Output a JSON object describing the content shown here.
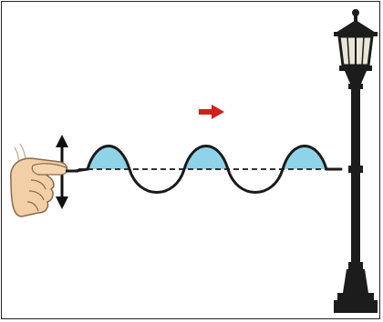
{
  "diagram": {
    "wave": {
      "crest_count": 3,
      "crest_fill_color": "#8fd3e8",
      "rope_color": "#1a1a1a",
      "equilibrium_line_style": "dashed"
    },
    "direction_arrow": {
      "direction": "right",
      "color": "#d0201a"
    },
    "hand_motion_arrow": {
      "direction": "up-down",
      "color": "#111111"
    },
    "hand": {
      "icon": "hand-icon",
      "skin_color": "#f2cfa6"
    },
    "lamp_post": {
      "icon": "lamp-post-icon",
      "color": "#1c1c1c"
    }
  }
}
